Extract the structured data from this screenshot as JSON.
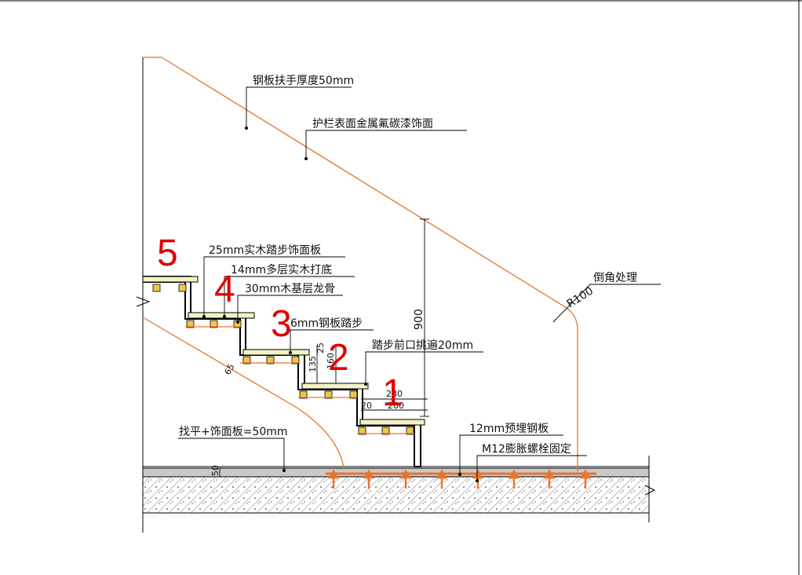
{
  "labels": {
    "handrail_thickness": "钢板扶手厚度50mm",
    "railing_finish": "护栏表面金属氟碳漆饰面",
    "tread_finish": "25mm实木踏步饰面板",
    "multilayer_base": "14mm多层实木打底",
    "wood_joist": "30mm木基层龙骨",
    "steel_tread": "6mm钢板踏步",
    "nosing_overhang": "踏步前口挑遍20mm",
    "chamfer": "倒角处理",
    "radius": "R100",
    "embedded_plate": "12mm预埋钢板",
    "expansion_bolt": "M12膨胀螺栓固定",
    "leveling_finish": "找平+饰面板=50mm"
  },
  "dimensions": {
    "rail_height": "900",
    "tread_depth_outer": "280",
    "tread_depth_inner": "260",
    "overhang": "20",
    "riser_135": "135",
    "finish_25": "25",
    "riser_160": "160",
    "stringer_65": "65",
    "floor_50": "50"
  },
  "step_numbers": [
    "1",
    "2",
    "3",
    "4",
    "5"
  ],
  "colors": {
    "line": "#000000",
    "rail": "#e8742c",
    "step_num": "#e00000",
    "tread_fill": "#f2f2c4",
    "floor_fill": "#c9c9c9",
    "joist": "#f0c64a"
  }
}
